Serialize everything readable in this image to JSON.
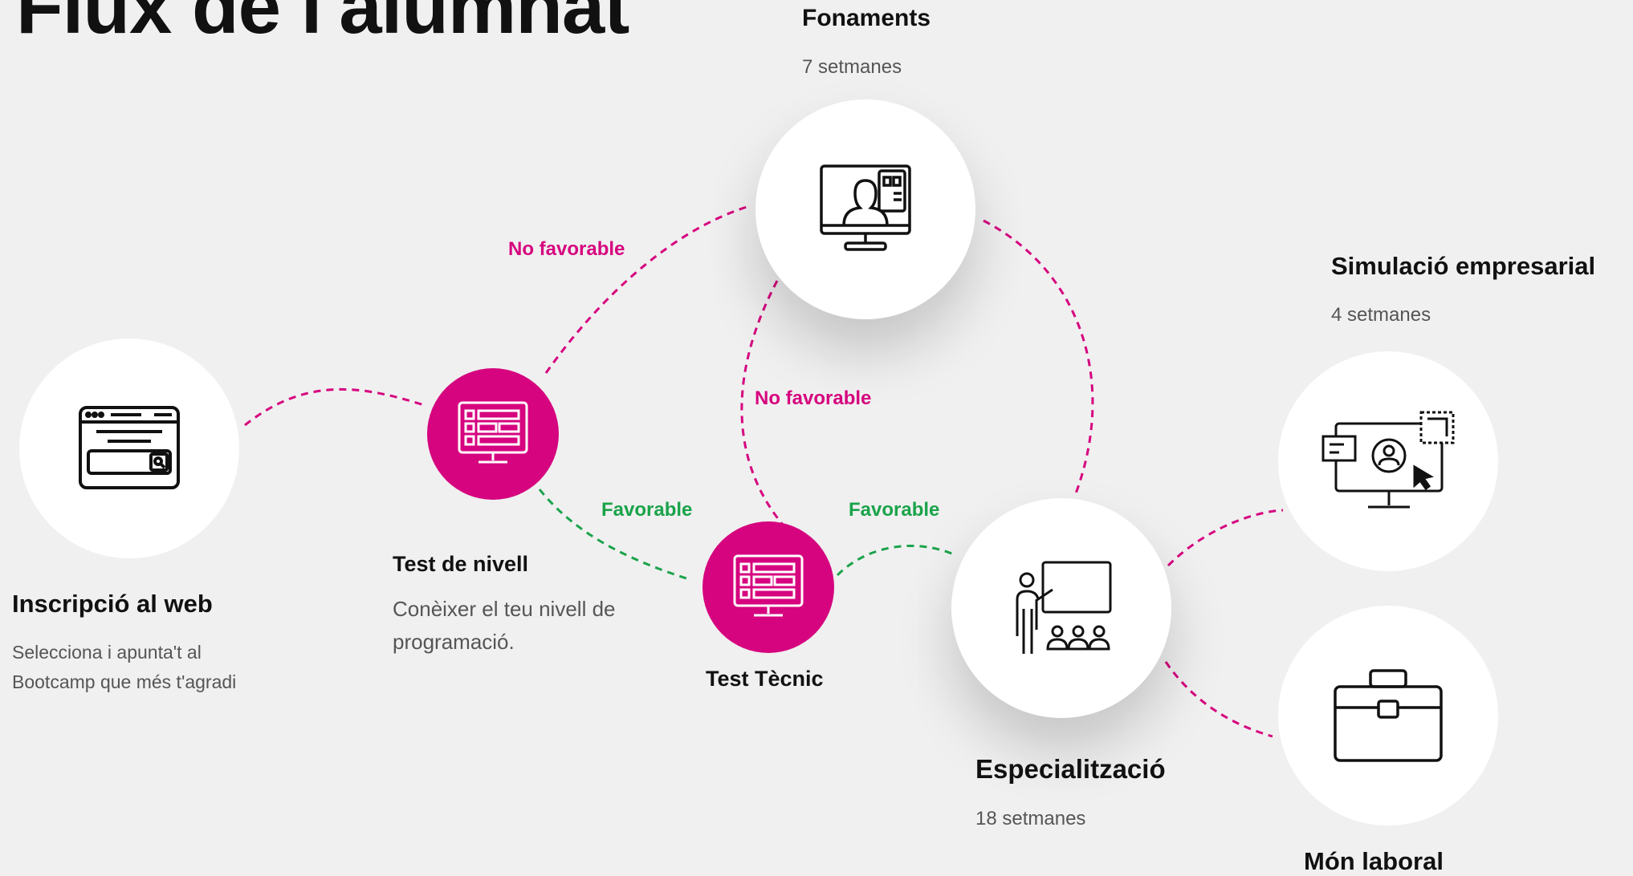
{
  "title": "Flux de l'alumnat",
  "steps": {
    "inscripcio": {
      "title": "Inscripció al web",
      "desc1": "Selecciona i apunta't al",
      "desc2": "Bootcamp que més t'agradi"
    },
    "test_nivell": {
      "title": "Test de nivell",
      "desc1": "Conèixer el teu nivell de",
      "desc2": "programació."
    },
    "test_tecnic": {
      "title": "Test Tècnic"
    },
    "fonaments": {
      "title": "Fonaments",
      "duration": "7 setmanes"
    },
    "especialitzacio": {
      "title": "Especialització",
      "duration": "18 setmanes"
    },
    "simulacio": {
      "title": "Simulació empresarial",
      "duration": "4 setmanes"
    },
    "mon_laboral": {
      "title": "Món laboral"
    }
  },
  "edges": {
    "no_favorable_1": "No favorable",
    "no_favorable_2": "No favorable",
    "favorable_1": "Favorable",
    "favorable_2": "Favorable"
  },
  "colors": {
    "accent": "#d6047f",
    "success": "#1aa34a",
    "background": "#f0f0f0"
  },
  "icons": {
    "inscripcio": "browser-search-icon",
    "test_nivell": "monitor-checklist-icon",
    "test_tecnic": "monitor-checklist-icon",
    "fonaments": "video-lesson-icon",
    "especialitzacio": "teacher-class-icon",
    "simulacio": "business-simulation-icon",
    "mon_laboral": "briefcase-icon"
  }
}
